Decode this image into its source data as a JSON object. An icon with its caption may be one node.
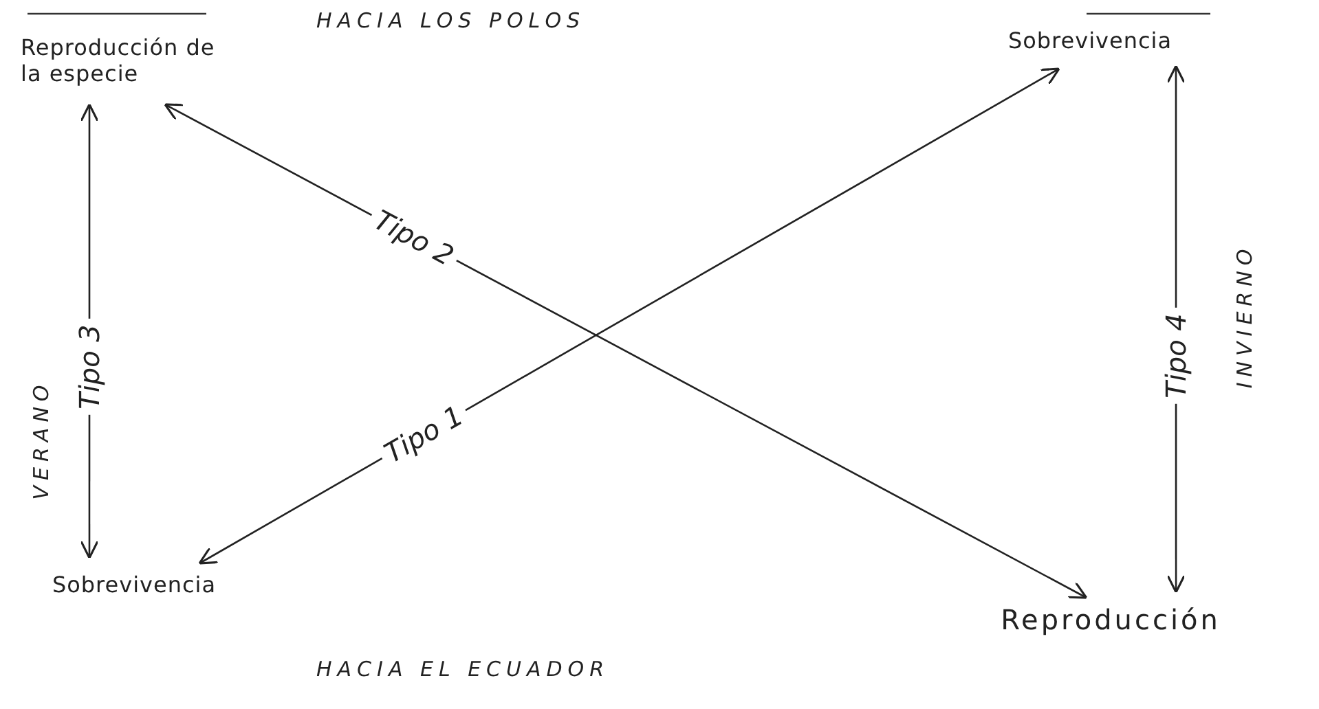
{
  "diagram": {
    "nodes": [
      {
        "text": [
          "Reproducción de la especie"
        ]
      },
      {
        "text": [
          "Sobrevivencia"
        ]
      },
      {
        "text": [
          "Sobrevivencia"
        ]
      },
      {
        "text": [
          "Reproducción"
        ]
      }
    ],
    "edges": [
      {
        "from": 0,
        "to": 2,
        "arrow": "both",
        "label": "Tipo 3"
      },
      {
        "from": 1,
        "to": 3,
        "arrow": "both",
        "label": "Tipo 4"
      },
      {
        "from": 2,
        "to": 1,
        "arrow": "both",
        "label": "Tipo 1"
      },
      {
        "from": 0,
        "to": 3,
        "arrow": "both",
        "label": "Tipo 2"
      }
    ],
    "labels": [
      "HACIA LOS POLOS",
      "VERANO",
      "INVIERNO",
      "HACIA EL ECUADOR"
    ]
  }
}
